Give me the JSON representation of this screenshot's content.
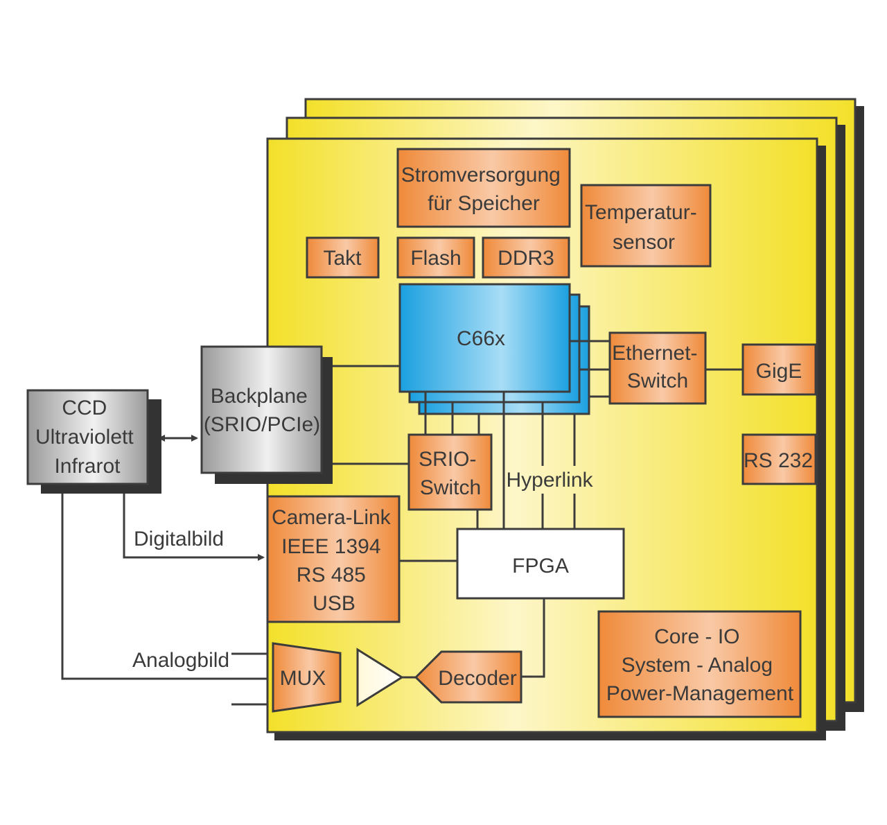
{
  "diagram": {
    "boards": {
      "count": 3
    },
    "nodes": {
      "stromversorgung": {
        "lines": [
          "Stromversorgung",
          "für Speicher"
        ]
      },
      "temperatursensor": {
        "lines": [
          "Temperatur-",
          "sensor"
        ]
      },
      "takt": {
        "lines": [
          "Takt"
        ]
      },
      "flash": {
        "lines": [
          "Flash"
        ]
      },
      "ddr3": {
        "lines": [
          "DDR3"
        ]
      },
      "c66x": {
        "lines": [
          "C66x"
        ]
      },
      "ethernet_switch": {
        "lines": [
          "Ethernet-",
          "Switch"
        ]
      },
      "gige": {
        "lines": [
          "GigE"
        ]
      },
      "rs232": {
        "lines": [
          "RS 232"
        ]
      },
      "backplane": {
        "lines": [
          "Backplane",
          "(SRIO/PCIe)"
        ]
      },
      "ccd": {
        "lines": [
          "CCD",
          "Ultraviolett",
          "Infrarot"
        ]
      },
      "srio_switch": {
        "lines": [
          "SRIO-",
          "Switch"
        ]
      },
      "camera_link": {
        "lines": [
          "Camera-Link",
          "IEEE 1394",
          "RS 485",
          "USB"
        ]
      },
      "fpga": {
        "lines": [
          "FPGA"
        ]
      },
      "mux": {
        "lines": [
          "MUX"
        ]
      },
      "decoder": {
        "lines": [
          "Decoder"
        ]
      },
      "core_io": {
        "lines": [
          "Core - IO",
          "System - Analog",
          "Power-Management"
        ]
      }
    },
    "edge_labels": {
      "hyperlink": "Hyperlink",
      "digitalbild": "Digitalbild",
      "analogbild": "Analogbild"
    },
    "colors": {
      "board_yellow": "#f3e02a",
      "board_light": "#fdf6c8",
      "orange": "#ef8a3a",
      "orange_light": "#f9c9a6",
      "blue": "#1ba0e0",
      "blue_light": "#a8ddf6",
      "gray": "#9a9a9a",
      "gray_light": "#f0f0f0",
      "outline": "#3c3c3c"
    }
  }
}
